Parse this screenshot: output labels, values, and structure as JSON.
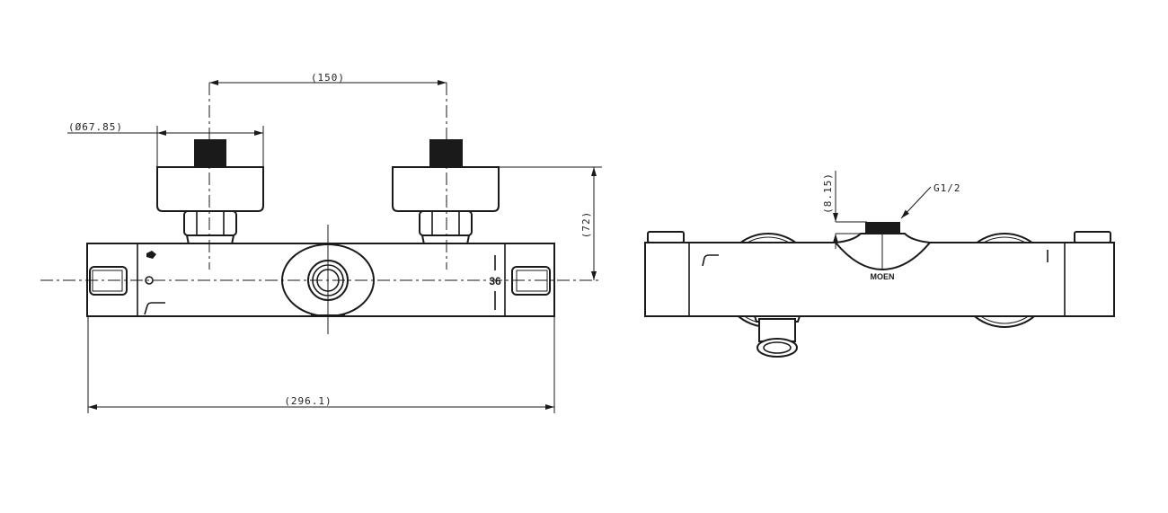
{
  "front_view": {
    "dim_center_distance": "(150)",
    "dim_escutcheon_diameter": "(Ø67.85)",
    "dim_height": "(72)",
    "dim_overall_length": "(296.1)",
    "temperature_label": "36"
  },
  "side_view": {
    "dim_thread_length": "(8.15)",
    "thread_callout": "G1/2",
    "brand_mark": "MOEN"
  },
  "colors": {
    "line": "#1a1a1a",
    "background": "#ffffff"
  }
}
